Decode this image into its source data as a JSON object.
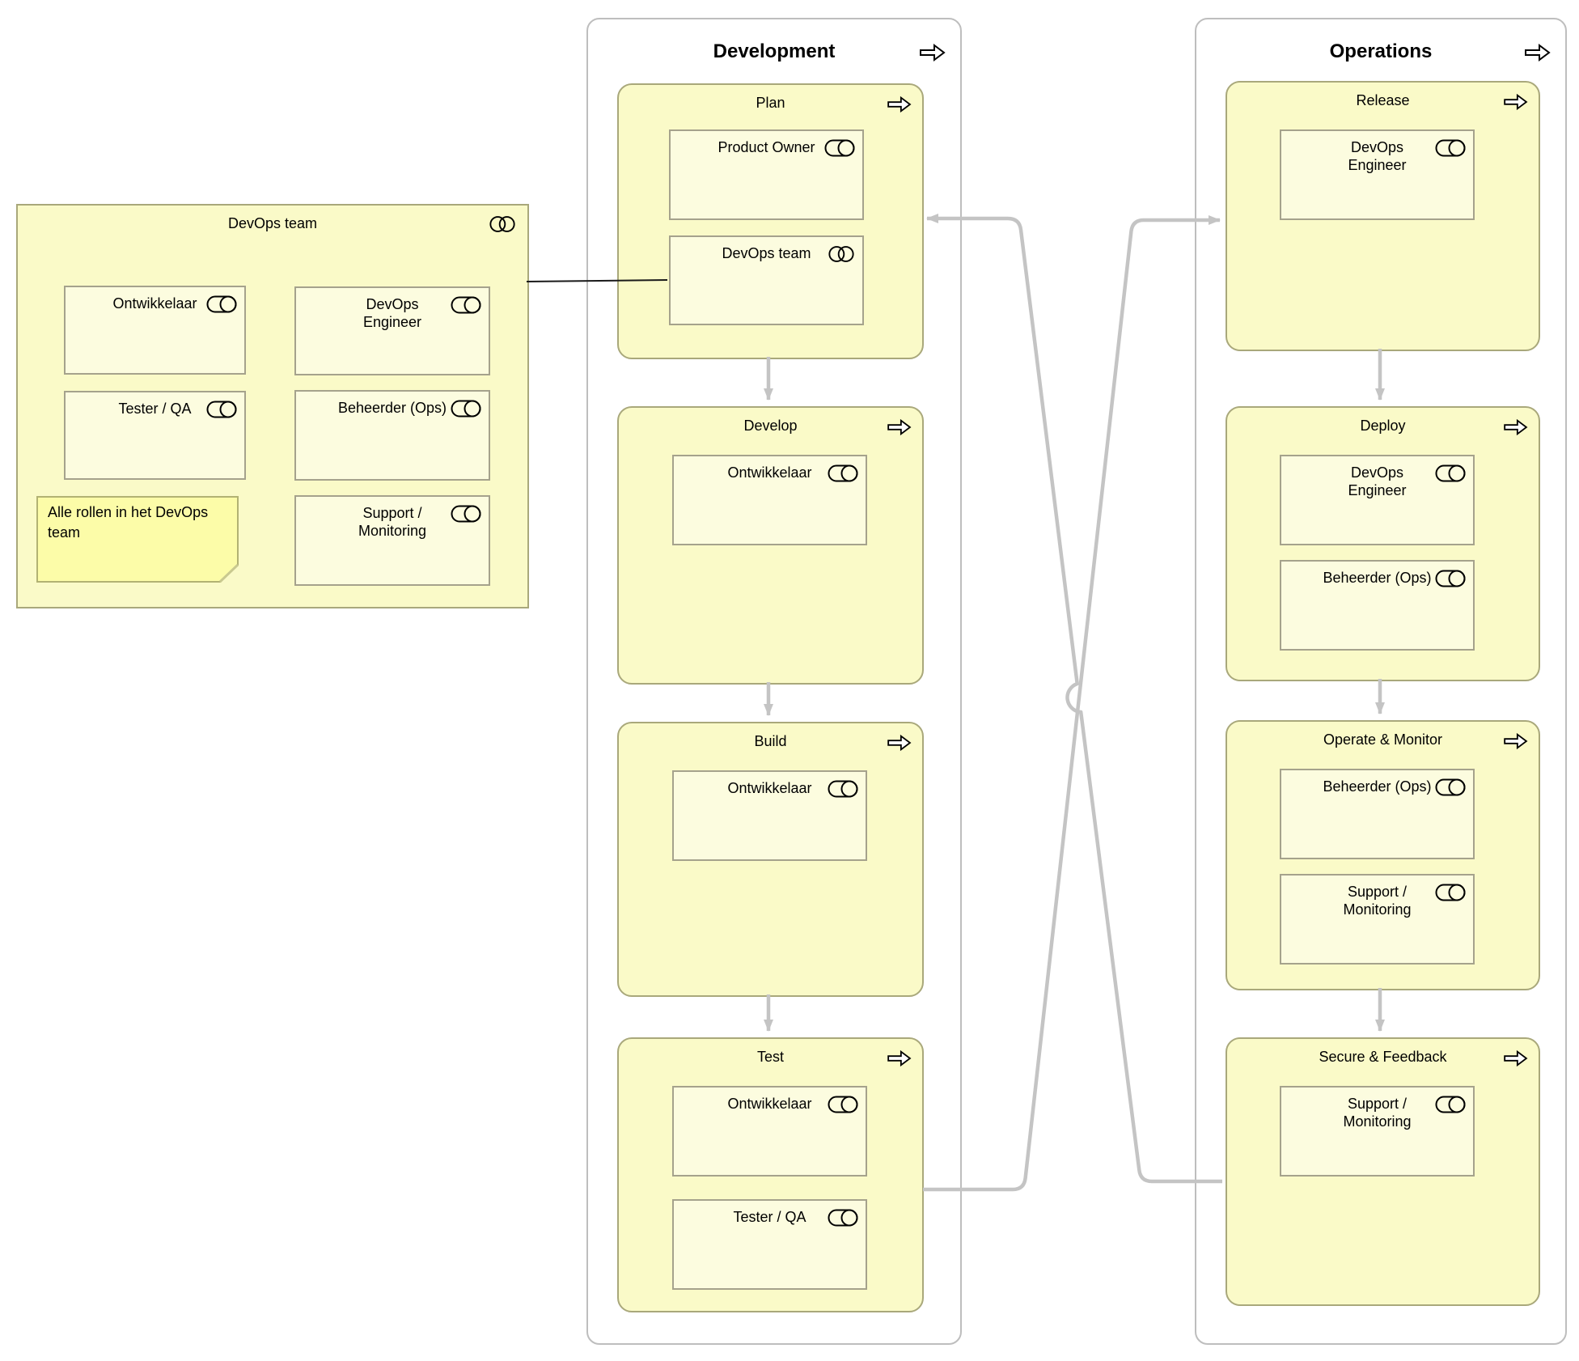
{
  "colors": {
    "process_fill": "#FAFAC8",
    "role_fill": "#FCFCDF",
    "note_fill": "#FCFCA8",
    "element_border": "#A9A87B",
    "role_border": "#A5A28C",
    "container_border": "#BEBEBE",
    "connector_gray": "#C4C4C4",
    "association_black": "#1A1A1A",
    "text": "#000000"
  },
  "devops_team_group": {
    "title": "DevOps team",
    "roles": [
      "Ontwikkelaar",
      "DevOps Engineer",
      "Tester / QA",
      "Beheerder (Ops)",
      "Support / Monitoring"
    ],
    "note": "Alle rollen in het DevOps team"
  },
  "development": {
    "title": "Development",
    "steps": [
      {
        "title": "Plan",
        "roles": [
          "Product Owner",
          "DevOps team"
        ]
      },
      {
        "title": "Develop",
        "roles": [
          "Ontwikkelaar"
        ]
      },
      {
        "title": "Build",
        "roles": [
          "Ontwikkelaar"
        ]
      },
      {
        "title": "Test",
        "roles": [
          "Ontwikkelaar",
          "Tester / QA"
        ]
      }
    ]
  },
  "operations": {
    "title": "Operations",
    "steps": [
      {
        "title": "Release",
        "roles": [
          "DevOps Engineer"
        ]
      },
      {
        "title": "Deploy",
        "roles": [
          "DevOps Engineer",
          "Beheerder (Ops)"
        ]
      },
      {
        "title": "Operate & Monitor",
        "roles": [
          "Beheerder (Ops)",
          "Support / Monitoring"
        ]
      },
      {
        "title": "Secure & Feedback",
        "roles": [
          "Support / Monitoring"
        ]
      }
    ]
  }
}
